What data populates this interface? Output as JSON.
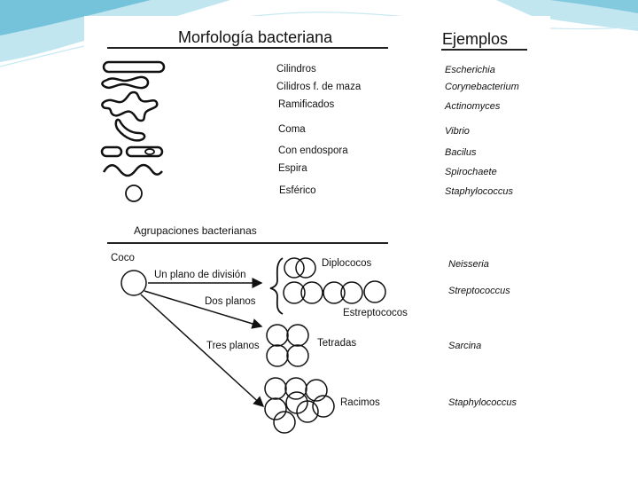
{
  "theme": {
    "accent": "#5bb7d3",
    "accent_light": "#a6dcea",
    "ink": "#111111"
  },
  "headers": {
    "morphology_title": "Morfología bacteriana",
    "examples_title": "Ejemplos"
  },
  "morphologies": [
    {
      "label": "Cilindros",
      "example": "Escherichia"
    },
    {
      "label": "Cilidros f. de maza",
      "example": "Corynebacterium"
    },
    {
      "label": "Ramificados",
      "example": "Actinomyces"
    },
    {
      "label": "Coma",
      "example": "Vibrio"
    },
    {
      "label": "Con endospora",
      "example": "Bacilus"
    },
    {
      "label": "Espira",
      "example": "Spirochaete"
    },
    {
      "label": "Esférico",
      "example": "Staphylococcus"
    }
  ],
  "groupings": {
    "title": "Agrupaciones bacterianas",
    "origin": "Coco",
    "planes": {
      "one": "Un plano de división",
      "two": "Dos planos",
      "three": "Tres planos"
    },
    "types": [
      {
        "label": "Diplococos",
        "example": "Neisseria"
      },
      {
        "label": "Estreptococos",
        "example": "Streptococcus"
      },
      {
        "label": "Tetradas",
        "example": "Sarcina"
      },
      {
        "label": "Racimos",
        "example": "Staphylococcus"
      }
    ]
  }
}
